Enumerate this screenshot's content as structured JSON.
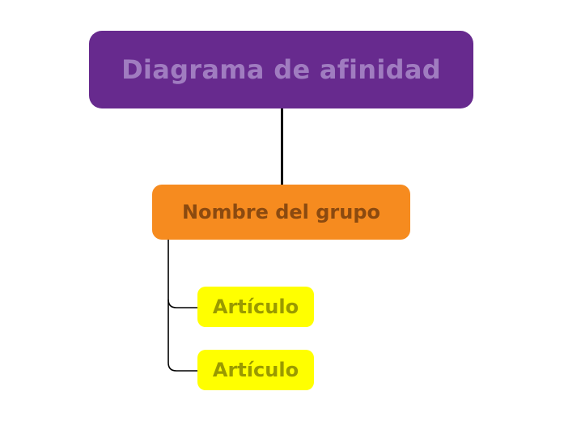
{
  "diagram": {
    "root": {
      "label": "Diagrama de afinidad",
      "fill": "#672A8E",
      "text_color": "#A07CC0"
    },
    "group": {
      "label": "Nombre del grupo",
      "fill": "#F68B1F",
      "text_color": "#8B4A10"
    },
    "items": [
      {
        "label": "Artículo",
        "fill": "#FFFF00",
        "text_color": "#9A9A00"
      },
      {
        "label": "Artículo",
        "fill": "#FFFF00",
        "text_color": "#9A9A00"
      }
    ],
    "connector_color": "#000000"
  }
}
